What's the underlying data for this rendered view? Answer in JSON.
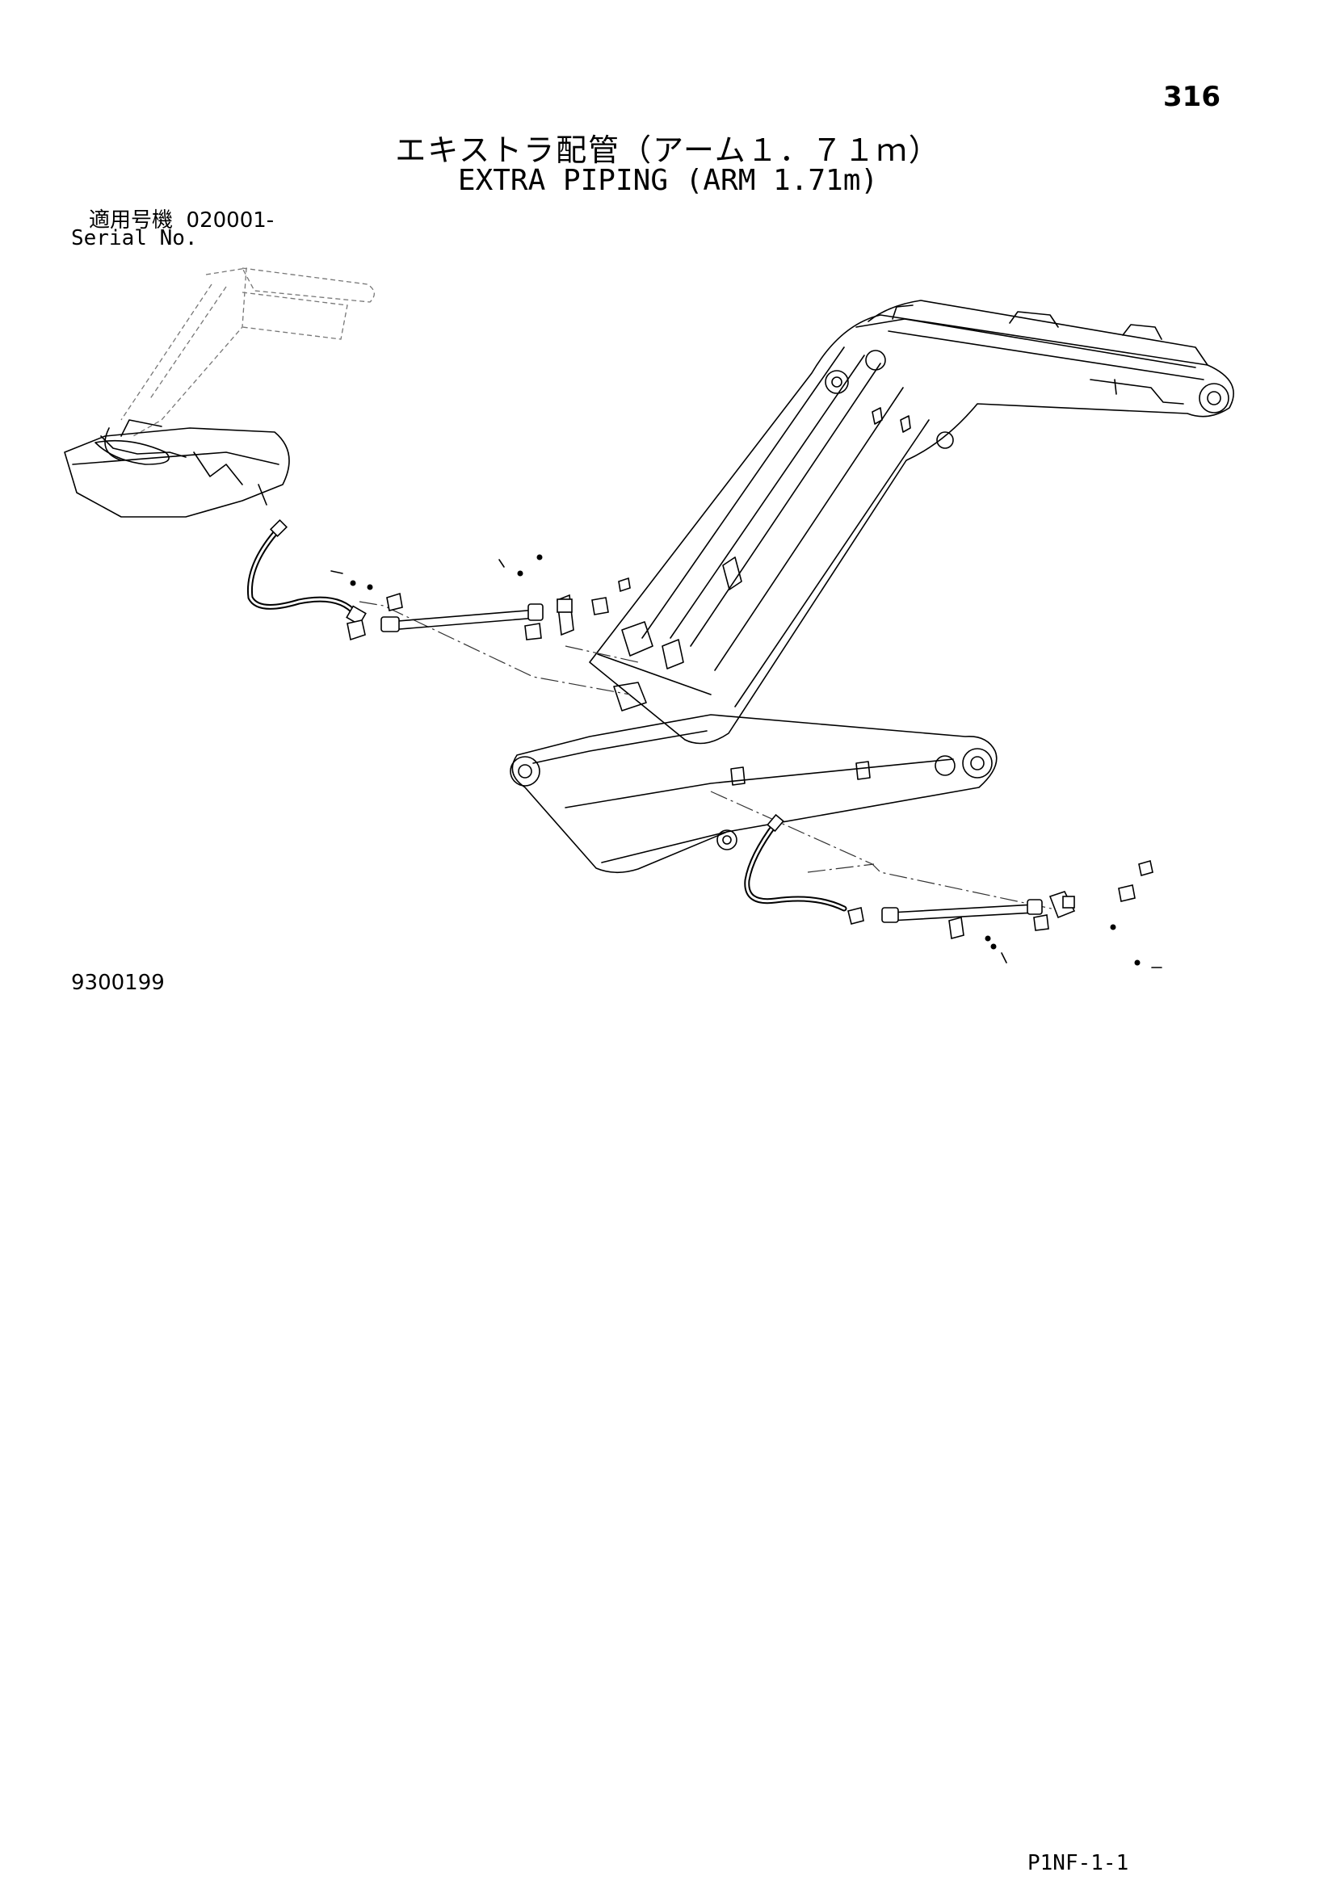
{
  "header": {
    "page_number": "316",
    "title_jp": "エキストラ配管（アーム１．７１ｍ）",
    "title_en": "EXTRA PIPING (ARM 1.71m)",
    "serial_label_jp": "適用号機",
    "serial_value": "020001-",
    "serial_label_en": "Serial No."
  },
  "footer": {
    "figure_number": "9300199",
    "page_ref": "P1NF-1-1"
  }
}
